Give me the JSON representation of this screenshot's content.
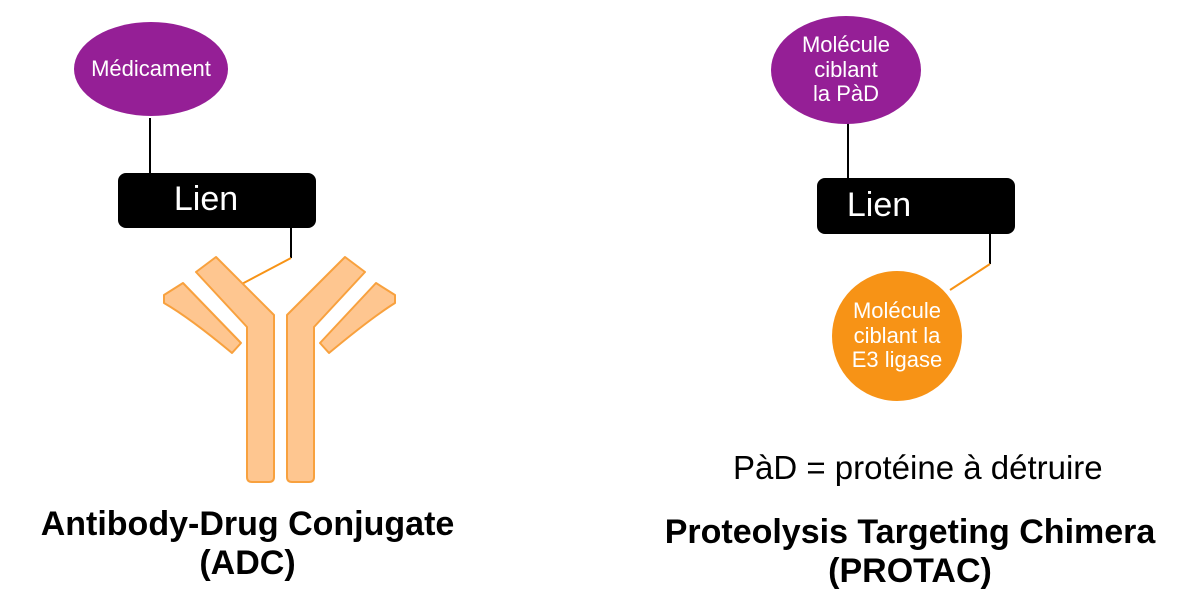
{
  "colors": {
    "purple": "#951f96",
    "orange": "#f79316",
    "antibody_fill": "#fec690",
    "antibody_stroke": "#f8a13e",
    "lien_fill": "#000000",
    "text_light": "#ffffff",
    "text_dark": "#000000"
  },
  "adc": {
    "drug_label": "Médicament",
    "linker_label": "Lien",
    "title": "Antibody-Drug Conjugate",
    "abbrev": "(ADC)"
  },
  "protac": {
    "poi_ligand_label": "Molécule\nciblant\nla PàD",
    "linker_label": "Lien",
    "e3_ligand_label": "Molécule\nciblant la\nE3 ligase",
    "legend": "PàD = protéine à détruire",
    "title": "Proteolysis Targeting Chimera",
    "abbrev": "(PROTAC)"
  }
}
